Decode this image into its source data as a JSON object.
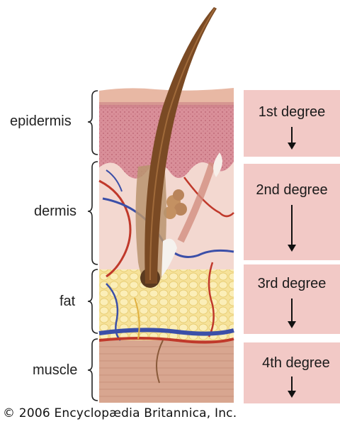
{
  "layers": [
    {
      "key": "epidermis",
      "label": "epidermis"
    },
    {
      "key": "dermis",
      "label": "dermis"
    },
    {
      "key": "fat",
      "label": "fat"
    },
    {
      "key": "muscle",
      "label": "muscle"
    }
  ],
  "burn_degrees": [
    {
      "label": "1st degree"
    },
    {
      "label": "2nd degree"
    },
    {
      "label": "3rd degree"
    },
    {
      "label": "4th degree"
    }
  ],
  "copyright": "© 2006 Encyclopædia Britannica, Inc.",
  "colors": {
    "panel": "#f2c9c6",
    "epidermis": "#d48f95",
    "dermis": "#f1d4cc",
    "fat": "#f3dc8a",
    "muscle": "#d4a18a",
    "hair": "#7a4a24"
  }
}
